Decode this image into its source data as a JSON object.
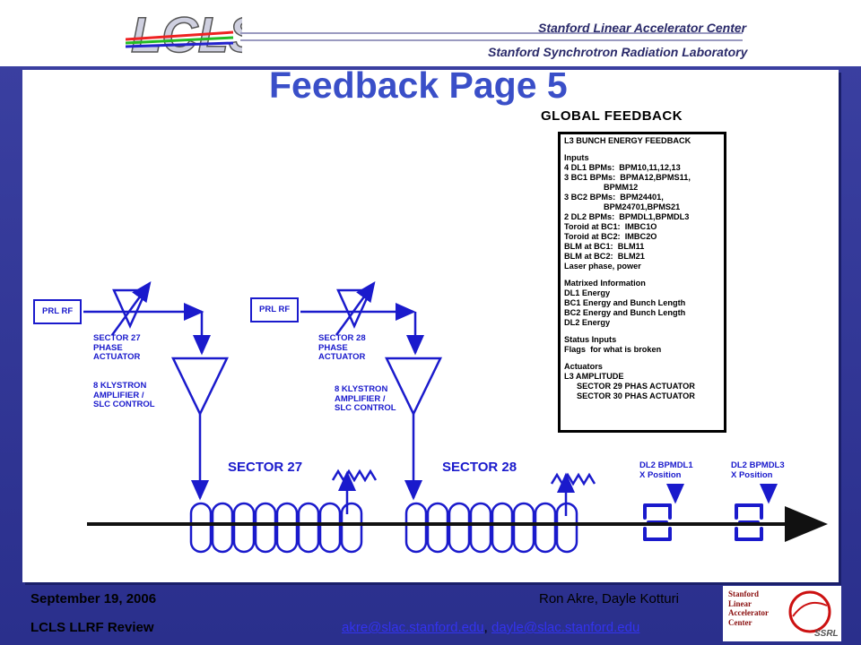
{
  "header": {
    "logo_text": "LCLS",
    "lab_line1": "Stanford Linear Accelerator Center",
    "lab_line2": "Stanford Synchrotron Radiation Laboratory"
  },
  "slide": {
    "title": "Feedback Page 5",
    "global_feedback": "GLOBAL FEEDBACK"
  },
  "feedback_box": {
    "title": "L3 BUNCH ENERGY FEEDBACK",
    "inputs_header": "Inputs",
    "inputs": [
      "4 DL1 BPMs:  BPM10,11,12,13",
      "3 BC1 BPMs:  BPMA12,BPMS11,",
      "BPMM12",
      "3 BC2 BPMs:  BPM24401,",
      "BPM24701,BPMS21",
      "2 DL2 BPMs:  BPMDL1,BPMDL3",
      "Toroid at BC1:  IMBC1O",
      "Toroid at BC2:  IMBC2O",
      "BLM at BC1:  BLM11",
      "BLM at BC2:  BLM21",
      "Laser phase, power"
    ],
    "matrix_header": "Matrixed Information",
    "matrix": [
      "DL1 Energy",
      "BC1 Energy and Bunch Length",
      "BC2 Energy and Bunch Length",
      "DL2 Energy"
    ],
    "status_header": "Status Inputs",
    "status": [
      "Flags  for what is broken"
    ],
    "actuators_header": "Actuators",
    "actuators": [
      "L3 AMPLITUDE",
      "SECTOR 29 PHAS ACTUATOR",
      "SECTOR 30 PHAS ACTUATOR"
    ]
  },
  "diagram": {
    "left": {
      "prl": "PRL RF",
      "phase_label": [
        "SECTOR 27",
        "PHASE",
        "ACTUATOR"
      ],
      "klystron_label": [
        "8 KLYSTRON",
        "AMPLIFIER /",
        "SLC CONTROL"
      ],
      "sector": "SECTOR 27"
    },
    "right": {
      "prl": "PRL RF",
      "phase_label": [
        "SECTOR 28",
        "PHASE",
        "ACTUATOR"
      ],
      "klystron_label": [
        "8 KLYSTRON",
        "AMPLIFIER /",
        "SLC CONTROL"
      ],
      "sector": "SECTOR 28"
    },
    "bpm1": [
      "DL2 BPMDL1",
      "X Position"
    ],
    "bpm2": [
      "DL2 BPMDL3",
      "X Position"
    ],
    "line_color": "#1a1acc"
  },
  "footer": {
    "date": "September 19, 2006",
    "review": "LCLS LLRF Review",
    "authors": "Ron Akre, Dayle Kotturi",
    "email1": "akre@slac.stanford.edu",
    "sep": ", ",
    "email2": "dayle@slac.stanford.edu",
    "logo_letters": [
      "Stanford",
      "Linear",
      "Accelerator",
      "Center"
    ],
    "ssrl": "SSRL"
  }
}
